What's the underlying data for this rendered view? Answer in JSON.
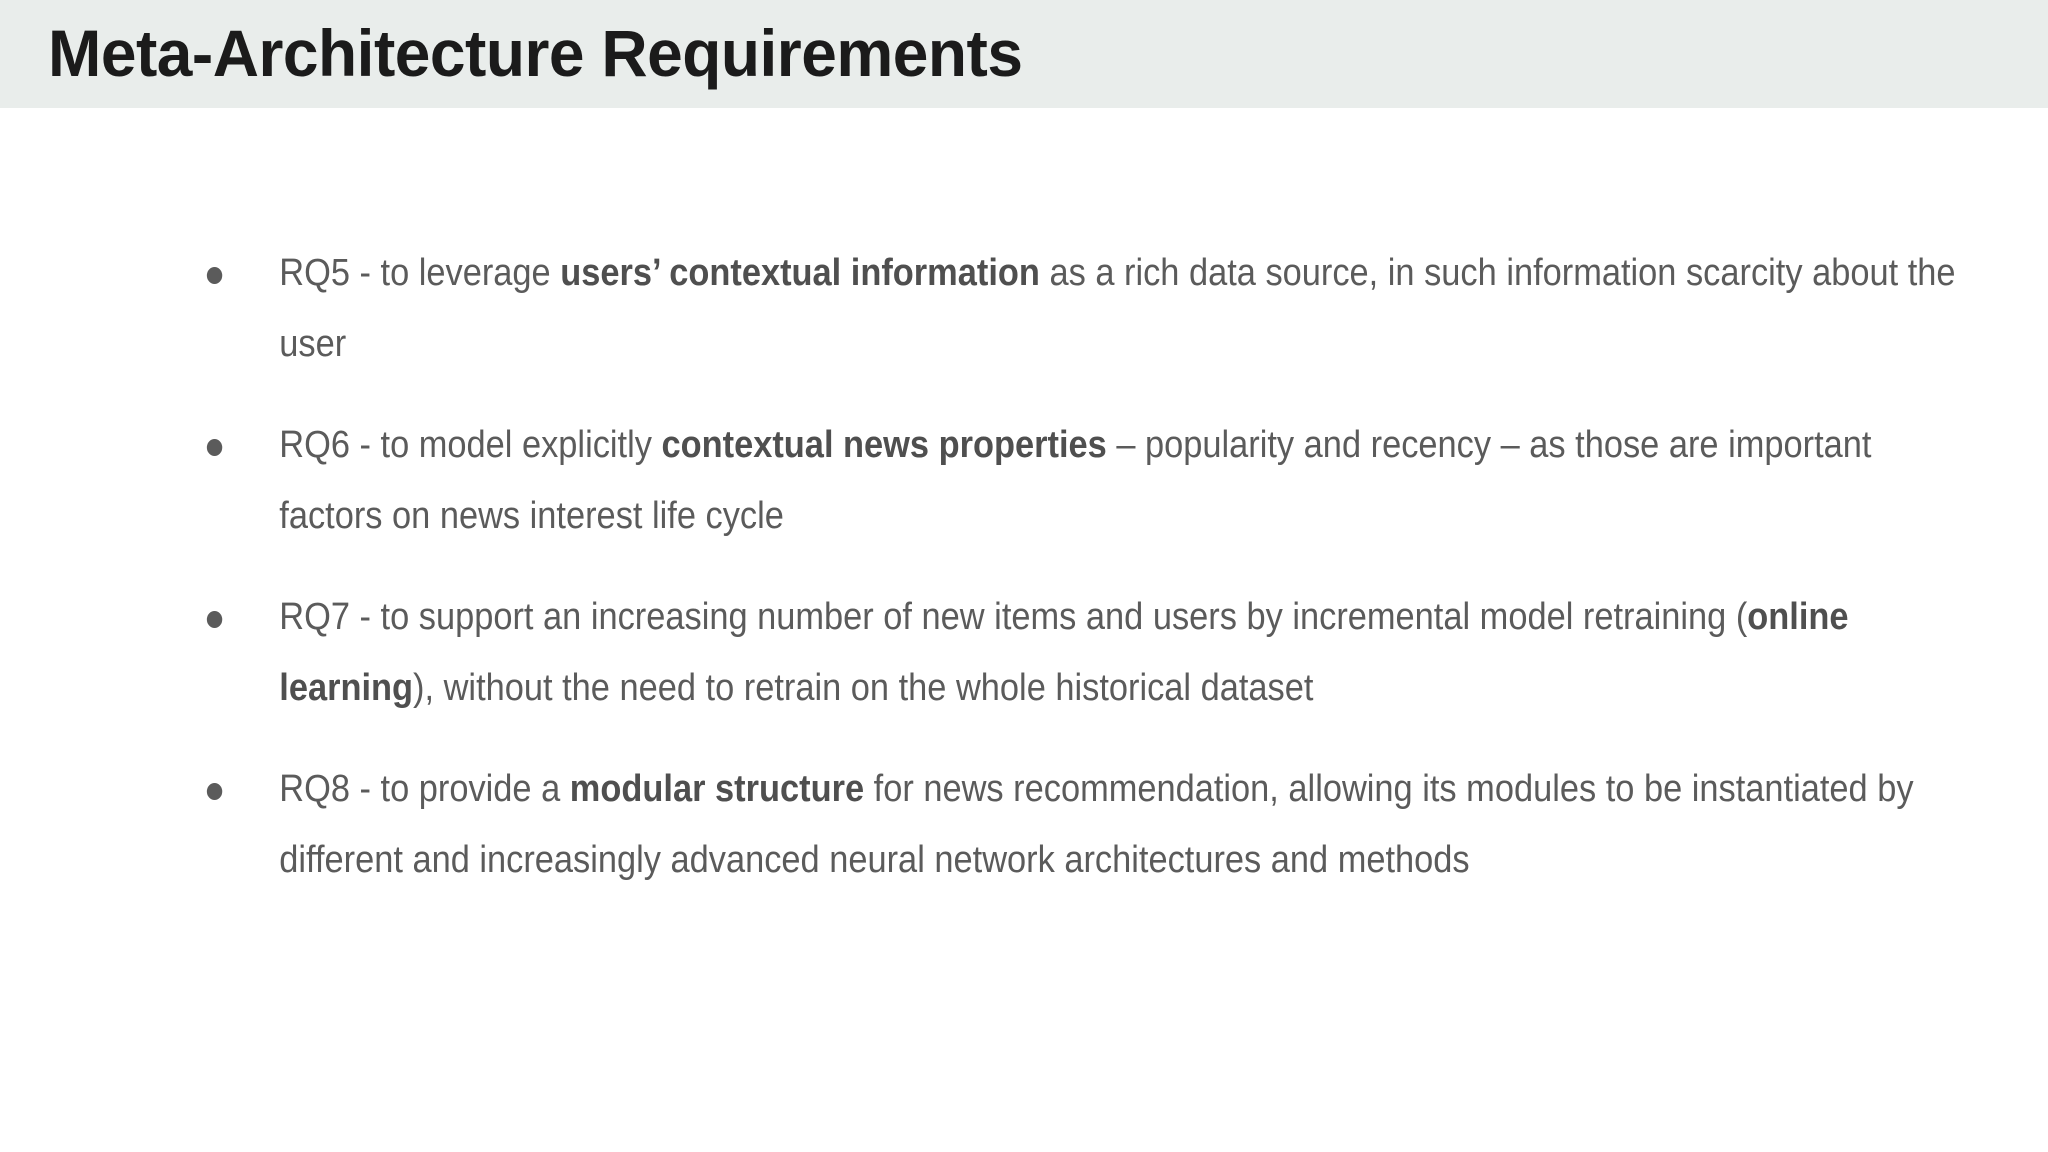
{
  "slide": {
    "title": "Meta-Architecture Requirements",
    "header_background_color": "#e9edeb",
    "body_background_color": "#ffffff",
    "title_color": "#1b1b1b",
    "body_text_color": "#5b5b5b",
    "bullet_marker": "•"
  },
  "bullets": [
    {
      "id": "rq5",
      "label": "RQ5",
      "text_before_bold": "RQ5 - to leverage ",
      "bold": "users’ contextual information",
      "text_after_bold": " as a rich data source, in such information scarcity about the user",
      "full_text": "RQ5 - to leverage users’ contextual information as a rich data source, in such information scarcity about the user"
    },
    {
      "id": "rq6",
      "label": "RQ6",
      "text_before_bold": "RQ6 - to model explicitly ",
      "bold": "contextual news properties",
      "text_after_bold": " – popularity and recency – as those are important factors on news interest life cycle",
      "full_text": "RQ6 - to model explicitly contextual news properties – popularity and recency – as those are important factors on news interest life cycle"
    },
    {
      "id": "rq7",
      "label": "RQ7",
      "text_before_bold": "RQ7 - to support an increasing number of new items and users by incremental model retraining (",
      "bold": "online learning",
      "text_after_bold": "), without the need to retrain on the whole historical dataset",
      "full_text": "RQ7 - to support an increasing number of new items and users by incremental model retraining (online learning), without the need to retrain on the whole historical dataset"
    },
    {
      "id": "rq8",
      "label": "RQ8",
      "text_before_bold": "RQ8 - to provide a ",
      "bold": "modular structure",
      "text_after_bold": " for news recommendation, allowing its modules to be instantiated by different and increasingly advanced neural network architectures and methods",
      "full_text": "RQ8 - to provide a modular structure for news recommendation, allowing its modules to be instantiated by different and increasingly advanced neural network architectures and methods"
    }
  ]
}
